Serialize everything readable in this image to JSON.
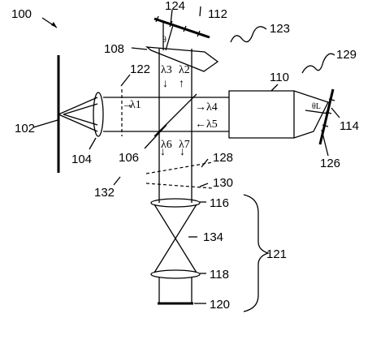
{
  "labels": {
    "l100": "100",
    "l102": "102",
    "l104": "104",
    "l106": "106",
    "l108": "108",
    "l110": "110",
    "l112": "112",
    "l114": "114",
    "l116": "116",
    "l118": "118",
    "l120": "120",
    "l121": "121",
    "l122": "122",
    "l123": "123",
    "l124": "124",
    "l126": "126",
    "l128": "128",
    "l129": "129",
    "l130": "130",
    "l132": "132",
    "l134": "134"
  },
  "wavelengths": {
    "w1": "λ1",
    "w2": "λ2",
    "w3": "λ3",
    "w4": "λ4",
    "w5": "λ5",
    "w6": "λ6",
    "w7": "λ7"
  },
  "angles": {
    "theta_top": "θ",
    "theta_right": "θL"
  }
}
